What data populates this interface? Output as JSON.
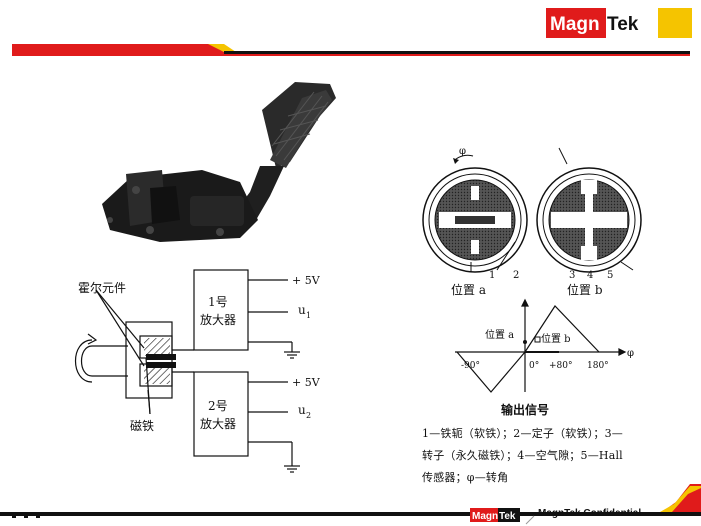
{
  "header": {
    "logo_magn": "Magn",
    "logo_tek": "Tek",
    "brand_red": "#e01b1b",
    "brand_yellow": "#f5c400",
    "brand_black": "#111111"
  },
  "hall_diagram": {
    "label_hall_element": "霍尔元件",
    "label_magnet": "磁铁",
    "amp1_line1": "1号",
    "amp1_line2": "放大器",
    "amp2_line1": "2号",
    "amp2_line2": "放大器",
    "supply1": "+ 5V",
    "supply2": "+ 5V",
    "out1_base": "u",
    "out1_sub": "1",
    "out2_base": "u",
    "out2_sub": "2"
  },
  "sensor_diagram": {
    "phi_label": "φ",
    "pos_a_numbers": [
      "1",
      "2"
    ],
    "pos_b_numbers": [
      "3",
      "4",
      "5"
    ],
    "pos_a_caption": "位置 a",
    "pos_b_caption": "位置 b",
    "graph_pos_a": "位置 a",
    "graph_pos_b": "位置 b",
    "axis_phi": "φ",
    "ticks": [
      "-90°",
      "0°",
      "+80°",
      "180°"
    ],
    "graph_title": "输出信号",
    "legend_line1": "1—铁轭（软铁）；2—定子（软铁）；3—",
    "legend_line2": "转子（永久磁铁）；4—空气隙；5—Hall",
    "legend_line3": "传感器；φ—转角"
  },
  "footer": {
    "logo_magn": "Magn",
    "logo_tek": "Tek",
    "confidential": "MagnTek Confidential"
  }
}
